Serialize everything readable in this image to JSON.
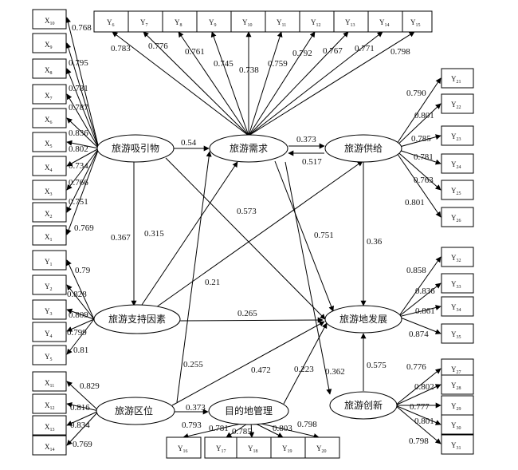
{
  "x_indicators": [
    {
      "id": "X10",
      "letter": "X",
      "sub": "10"
    },
    {
      "id": "X9",
      "letter": "X",
      "sub": "9"
    },
    {
      "id": "X8",
      "letter": "X",
      "sub": "8"
    },
    {
      "id": "X7",
      "letter": "X",
      "sub": "7"
    },
    {
      "id": "X6",
      "letter": "X",
      "sub": "6"
    },
    {
      "id": "X5",
      "letter": "X",
      "sub": "5"
    },
    {
      "id": "X4",
      "letter": "X",
      "sub": "4"
    },
    {
      "id": "X3",
      "letter": "X",
      "sub": "3"
    },
    {
      "id": "X2",
      "letter": "X",
      "sub": "2"
    },
    {
      "id": "X1",
      "letter": "X",
      "sub": "1"
    },
    {
      "id": "Y1",
      "letter": "Y",
      "sub": "1"
    },
    {
      "id": "Y2",
      "letter": "Y",
      "sub": "2"
    },
    {
      "id": "Y3",
      "letter": "Y",
      "sub": "3"
    },
    {
      "id": "Y4",
      "letter": "Y",
      "sub": "4"
    },
    {
      "id": "Y5",
      "letter": "Y",
      "sub": "5"
    },
    {
      "id": "X11",
      "letter": "X",
      "sub": "11"
    },
    {
      "id": "X12",
      "letter": "X",
      "sub": "12"
    },
    {
      "id": "X13",
      "letter": "X",
      "sub": "13"
    },
    {
      "id": "X14",
      "letter": "X",
      "sub": "14"
    }
  ],
  "top_indicators": [
    {
      "id": "Y6",
      "letter": "Y",
      "sub": "6"
    },
    {
      "id": "Y7",
      "letter": "Y",
      "sub": "7"
    },
    {
      "id": "Y8",
      "letter": "Y",
      "sub": "8"
    },
    {
      "id": "Y9",
      "letter": "Y",
      "sub": "9"
    },
    {
      "id": "Y10",
      "letter": "Y",
      "sub": "10"
    },
    {
      "id": "Y11",
      "letter": "Y",
      "sub": "11"
    },
    {
      "id": "Y12",
      "letter": "Y",
      "sub": "12"
    },
    {
      "id": "Y13",
      "letter": "Y",
      "sub": "13"
    },
    {
      "id": "Y14",
      "letter": "Y",
      "sub": "14"
    },
    {
      "id": "Y15",
      "letter": "Y",
      "sub": "15"
    }
  ],
  "right_indicators": [
    {
      "id": "Y21",
      "letter": "Y",
      "sub": "21"
    },
    {
      "id": "Y22",
      "letter": "Y",
      "sub": "22"
    },
    {
      "id": "Y23",
      "letter": "Y",
      "sub": "23"
    },
    {
      "id": "Y24",
      "letter": "Y",
      "sub": "24"
    },
    {
      "id": "Y25",
      "letter": "Y",
      "sub": "25"
    },
    {
      "id": "Y26",
      "letter": "Y",
      "sub": "26"
    },
    {
      "id": "Y32",
      "letter": "Y",
      "sub": "32"
    },
    {
      "id": "Y33",
      "letter": "Y",
      "sub": "33"
    },
    {
      "id": "Y34",
      "letter": "Y",
      "sub": "34"
    },
    {
      "id": "Y35",
      "letter": "Y",
      "sub": "35"
    },
    {
      "id": "Y27",
      "letter": "Y",
      "sub": "27"
    },
    {
      "id": "Y28",
      "letter": "Y",
      "sub": "28"
    },
    {
      "id": "Y29",
      "letter": "Y",
      "sub": "29"
    },
    {
      "id": "Y30",
      "letter": "Y",
      "sub": "30"
    },
    {
      "id": "Y31",
      "letter": "Y",
      "sub": "31"
    }
  ],
  "bottom_indicators": [
    {
      "id": "Y16",
      "letter": "Y",
      "sub": "16"
    },
    {
      "id": "Y17",
      "letter": "Y",
      "sub": "17"
    },
    {
      "id": "Y18",
      "letter": "Y",
      "sub": "18"
    },
    {
      "id": "Y19",
      "letter": "Y",
      "sub": "19"
    },
    {
      "id": "Y20",
      "letter": "Y",
      "sub": "20"
    }
  ],
  "latent": {
    "attraction": "旅游吸引物",
    "demand": "旅游需求",
    "supply": "旅游供给",
    "support": "旅游支持因素",
    "development": "旅游地发展",
    "location": "旅游区位",
    "management": "目的地管理",
    "innovation": "旅游创新"
  },
  "loadings": {
    "X10": "0.768",
    "X9": "0.795",
    "X8": "0.781",
    "X7": "0.787",
    "X6": "0.836",
    "X5": "0.802",
    "X4": "0.734",
    "X3": "0.766",
    "X2": "0.751",
    "X1": "0.769",
    "Y1": "0.79",
    "Y2": "0.828",
    "Y3": "0.809",
    "Y4": "0.799",
    "Y5": "0.81",
    "X11": "0.829",
    "X12": "0.816",
    "X13": "0.834",
    "X14": "0.769",
    "Y6": "0.783",
    "Y7": "0.776",
    "Y8": "0.761",
    "Y9": "0.745",
    "Y10": "0.738",
    "Y11": "0.759",
    "Y12": "0.792",
    "Y13": "0.767",
    "Y14": "0.771",
    "Y15": "0.798",
    "Y21": "0.790",
    "Y22": "0.801",
    "Y23": "0.785",
    "Y24": "0.781",
    "Y25": "0.763",
    "Y26": "0.801",
    "Y32": "0.858",
    "Y33": "0.836",
    "Y34": "0.861",
    "Y35": "0.874",
    "Y27": "0.776",
    "Y28": "0.802",
    "Y29": "0.777",
    "Y30": "0.801",
    "Y31": "0.798",
    "Y16": "0.793",
    "Y17": "0.781",
    "Y18": "0.785",
    "Y19": "0.803",
    "Y20": "0.798"
  },
  "paths": {
    "attraction_demand": "0.54",
    "demand_supply": "0.373",
    "supply_demand": "0.517",
    "attraction_development": "0.573",
    "attraction_support": "0.367",
    "support_demand": "0.315",
    "demand_development": "0.751",
    "supply_development": "0.36",
    "support_supply": "0.21",
    "support_development": "0.265",
    "location_demand": "0.255",
    "location_development": "0.472",
    "location_management": "0.373",
    "management_development": "0.223",
    "demand_innovation": "0.362",
    "innovation_development": "0.575"
  }
}
